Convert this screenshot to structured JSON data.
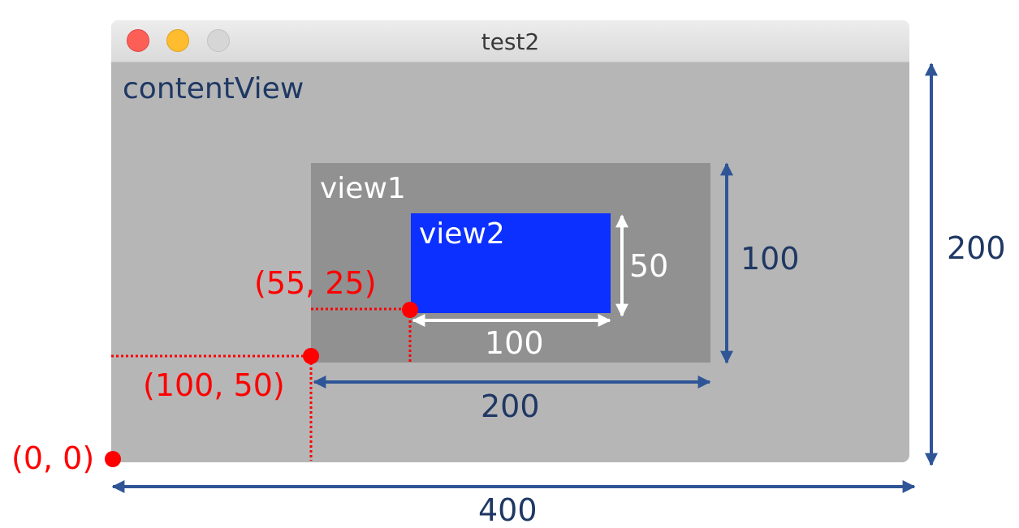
{
  "window": {
    "title": "test2",
    "content_view_label": "contentView"
  },
  "views": {
    "view1_label": "view1",
    "view2_label": "view2"
  },
  "dimensions": {
    "window_width": "400",
    "window_height": "200",
    "view1_width": "200",
    "view1_height": "100",
    "view2_width": "100",
    "view2_height": "50"
  },
  "origins": {
    "content_origin": "(0, 0)",
    "view1_origin": "(100, 50)",
    "view2_origin": "(55, 25)"
  },
  "colors": {
    "dimension_arrow": "#2f5597",
    "origin_marker": "#ff0000",
    "view2_fill": "#0c30ff",
    "view1_fill": "#919191",
    "content_fill": "#b6b6b6"
  }
}
